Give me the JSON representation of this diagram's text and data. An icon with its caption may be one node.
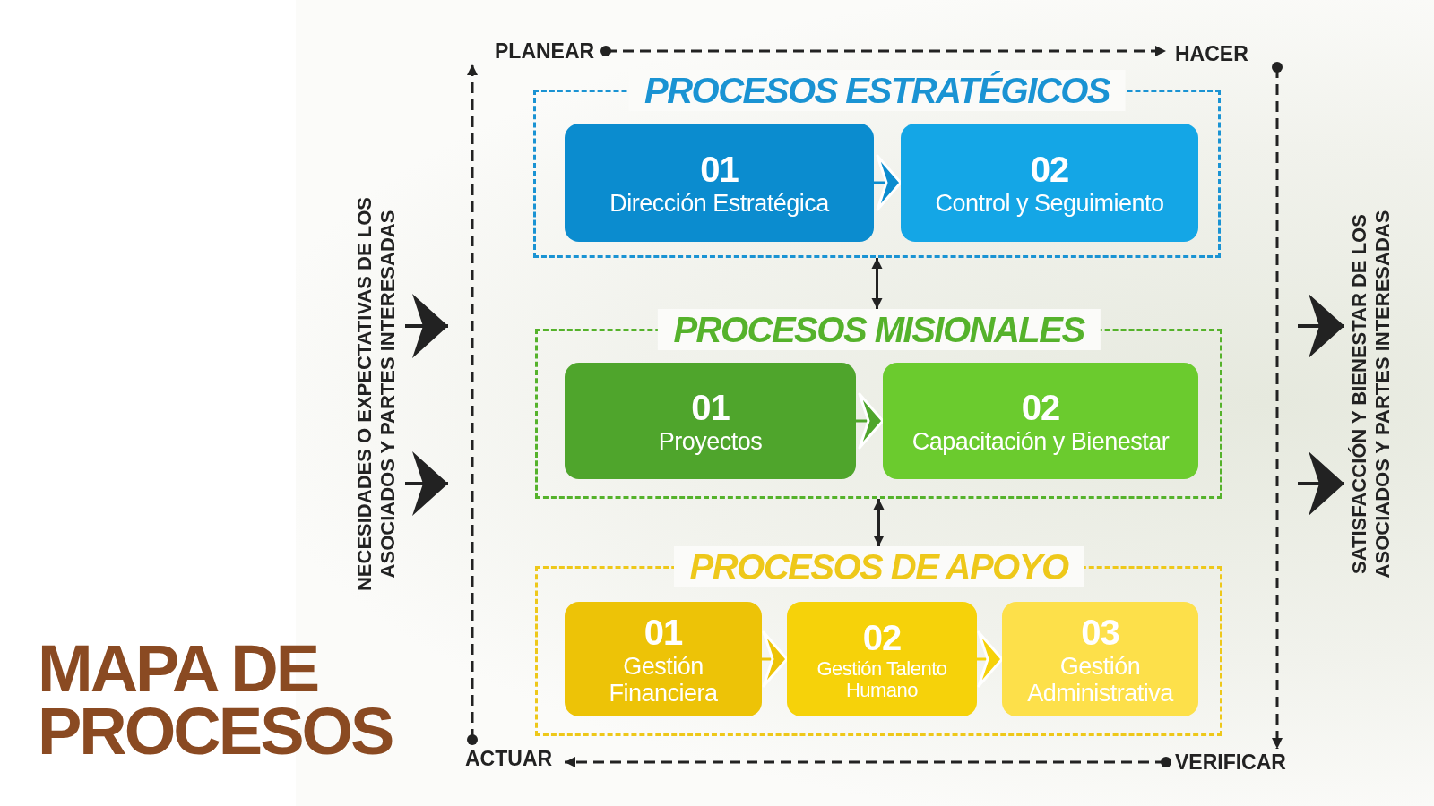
{
  "diagram": {
    "title": "MAPA DE PROCESOS",
    "nodes": [
      {
        "text": [
          "PROCESOS ESTRATÉGICOS"
        ]
      },
      {
        "text": [
          "01",
          "Dirección Estratégica"
        ],
        "in": 0
      },
      {
        "text": [
          "02",
          "Control y Seguimiento"
        ],
        "in": 0
      },
      {
        "text": [
          "PROCESOS MISIONALES"
        ]
      },
      {
        "text": [
          "01",
          "Proyectos"
        ],
        "in": 3
      },
      {
        "text": [
          "02",
          "Capacitación y Bienestar"
        ],
        "in": 3
      },
      {
        "text": [
          "PROCESOS DE APOYO"
        ]
      },
      {
        "text": [
          "01",
          "Gestión Financiera"
        ],
        "in": 6
      },
      {
        "text": [
          "02",
          "Gestión Talento Humano"
        ],
        "in": 6
      },
      {
        "text": [
          "03",
          "Gestión Administrativa"
        ],
        "in": 6
      },
      {
        "text": [
          "PLANEAR"
        ]
      },
      {
        "text": [
          "HACER"
        ]
      },
      {
        "text": [
          "VERIFICAR"
        ]
      },
      {
        "text": [
          "ACTUAR"
        ]
      },
      {
        "text": [
          "NECESIDADES O EXPECTATIVAS DE LOS ASOCIADOS Y PARTES INTERESADAS"
        ]
      },
      {
        "text": [
          "SATISFACCIÓN Y BIENESTAR DE LOS ASOCIADOS Y PARTES INTERESADAS"
        ]
      }
    ],
    "edges": [
      {
        "from": 1,
        "to": 2,
        "arrow": "to",
        "color": "#0b8ccf"
      },
      {
        "from": 4,
        "to": 5,
        "arrow": "to",
        "color": "#4fa52c"
      },
      {
        "from": 7,
        "to": 8,
        "arrow": "to",
        "color": "#edc307"
      },
      {
        "from": 8,
        "to": 9,
        "arrow": "to",
        "color": "#f6d20a"
      },
      {
        "from": 0,
        "to": 3,
        "arrow": "both"
      },
      {
        "from": 3,
        "to": 6,
        "arrow": "both"
      },
      {
        "from": 10,
        "to": 11,
        "arrow": "to",
        "style": "dashed"
      },
      {
        "from": 11,
        "to": 12,
        "arrow": "to",
        "style": "dashed"
      },
      {
        "from": 12,
        "to": 13,
        "arrow": "to",
        "style": "dashed"
      },
      {
        "from": 13,
        "to": 10,
        "arrow": "to",
        "style": "dashed"
      },
      {
        "from": 14,
        "to": null,
        "arrow": "to"
      },
      {
        "from": 14,
        "to": null,
        "arrow": "to"
      },
      {
        "from": null,
        "to": 15,
        "arrow": "to"
      },
      {
        "from": null,
        "to": 15,
        "arrow": "to"
      }
    ]
  }
}
